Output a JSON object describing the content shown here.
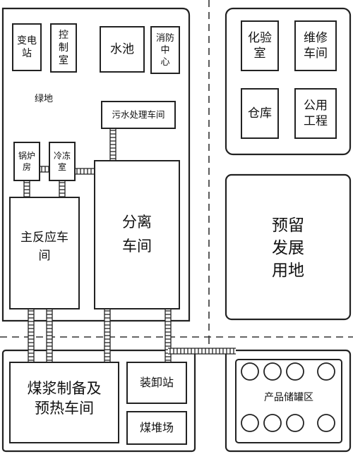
{
  "diagram": {
    "labels": {
      "substation": [
        "变电",
        "站"
      ],
      "control_room": [
        "控",
        "制",
        "室"
      ],
      "pool": [
        "水池"
      ],
      "fire_center": [
        "消防",
        "中",
        "心"
      ],
      "green_land": [
        "绿地"
      ],
      "sewage_workshop": [
        "污水处理车间"
      ],
      "boiler_room": [
        "锅炉",
        "房"
      ],
      "cold_room": [
        "冷冻",
        "室"
      ],
      "main_reactor": [
        "主反应车",
        "间"
      ],
      "separation": [
        "分离",
        "车间"
      ],
      "lab": [
        "化验",
        "室"
      ],
      "repair": [
        "维修",
        "车间"
      ],
      "warehouse": [
        "仓库"
      ],
      "utilities": [
        "公用",
        "工程"
      ],
      "reserved_land": [
        "预留",
        "发展",
        "用地"
      ],
      "coal_slurry": [
        "煤浆制备及",
        "预热车间"
      ],
      "loading_station": [
        "装卸站"
      ],
      "coal_yard": [
        "煤堆场"
      ],
      "tank_area": [
        "产品储罐区"
      ]
    }
  }
}
